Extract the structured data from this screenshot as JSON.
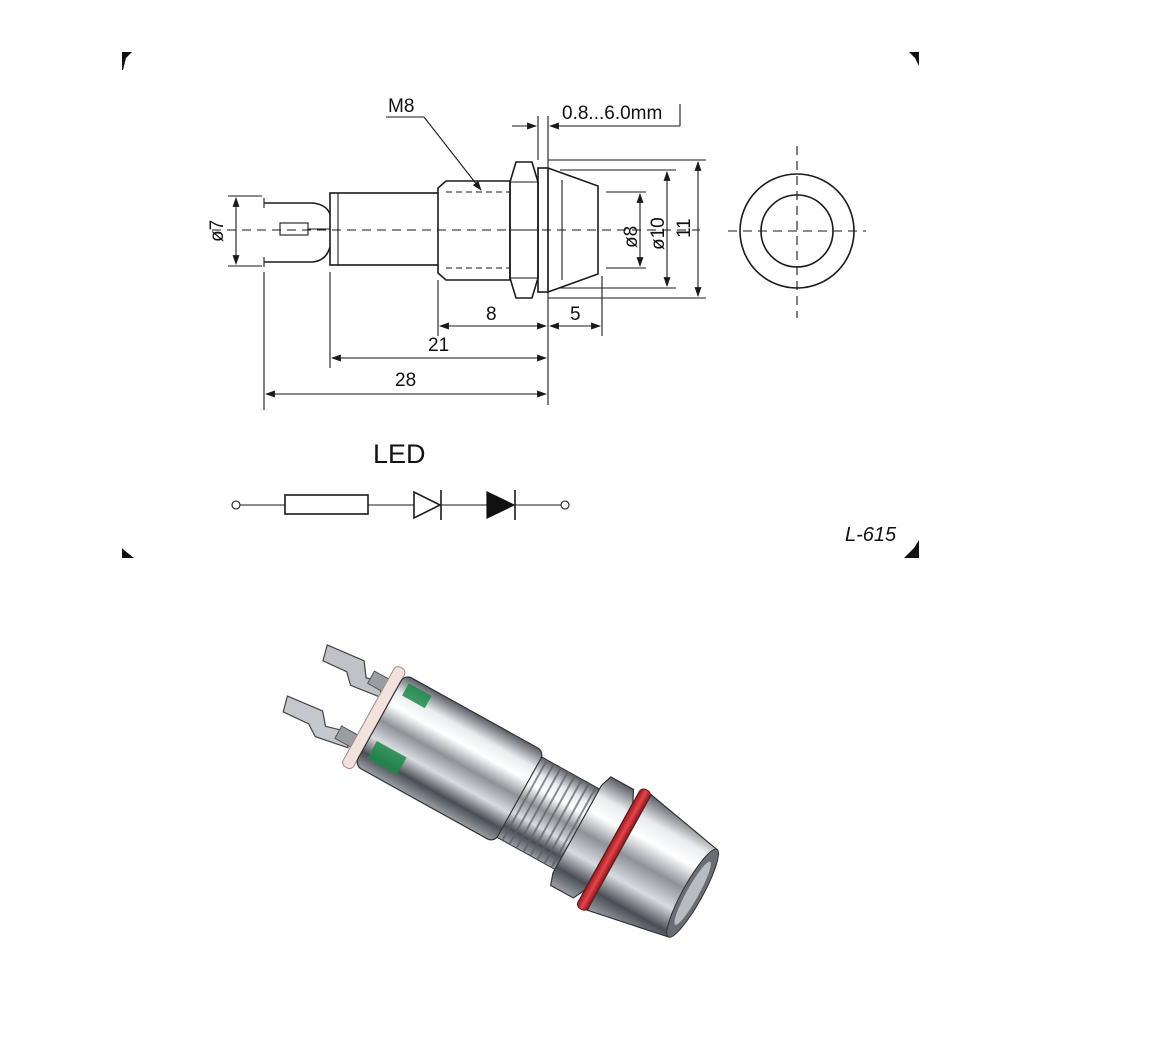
{
  "drawing": {
    "thread_label": "M8",
    "panel_thickness_label": "0.8...6.0mm",
    "terminal_span_label": "ø7",
    "inner_diameter_label": "ø8",
    "outer_diameter_label": "ø10",
    "height_label": "11",
    "thread_length_label": "8",
    "bezel_length_label": "5",
    "body_length_label": "21",
    "total_length_label": "28"
  },
  "schematic": {
    "title": "LED"
  },
  "model": {
    "code": "L-615"
  },
  "photo": {
    "subject": "chrome panel indicator lamp with two solder terminals and red gasket",
    "colors": {
      "chrome": "#c8ccd2",
      "gasket": "#d0262c",
      "insulator_green": "#1f8a4a"
    }
  }
}
